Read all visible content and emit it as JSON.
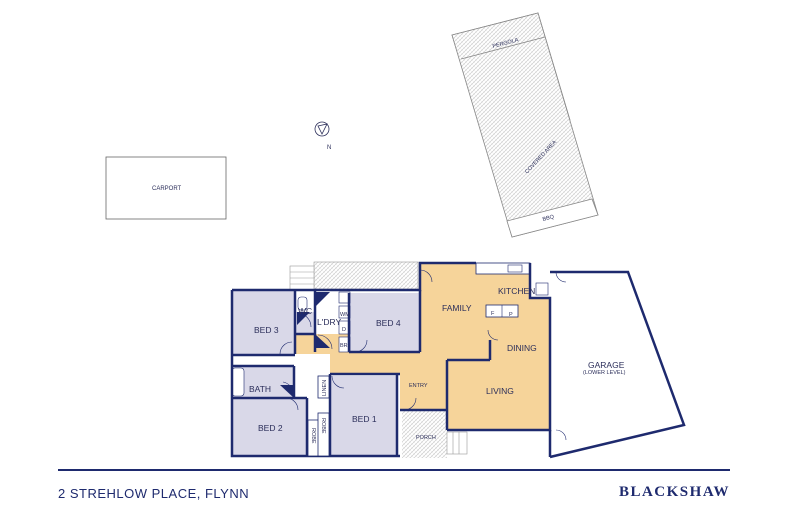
{
  "labels": {
    "pergola": "PERGOLA",
    "covered_area": "COVERED AREA",
    "bbq": "BBQ",
    "carport": "CARPORT",
    "north": "N",
    "bed3": "BED 3",
    "wc": "WC",
    "laundry": "L'DRY",
    "wm": "WM",
    "d": "D",
    "br": "BR",
    "bed4": "BED 4",
    "family": "FAMILY",
    "kitchen": "KITCHEN",
    "fridge": "F",
    "pantry": "P",
    "dining": "DINING",
    "garage": "GARAGE",
    "garage_sub": "(LOWER LEVEL)",
    "bath": "BATH",
    "linen": "LINEN",
    "entry": "ENTRY",
    "living": "LIVING",
    "bed2": "BED 2",
    "robe": "ROBE",
    "bed1": "BED 1",
    "robe2": "ROBE",
    "porch": "PORCH"
  },
  "footer": {
    "address": "2 STREHLOW PLACE, FLYNN",
    "brand": "BLACKSHAW"
  },
  "colors": {
    "wall": "#1e2a6e",
    "bedroom_fill": "#d9d8e8",
    "living_fill": "#f6d49a",
    "hatch": "#c8c8c8"
  }
}
